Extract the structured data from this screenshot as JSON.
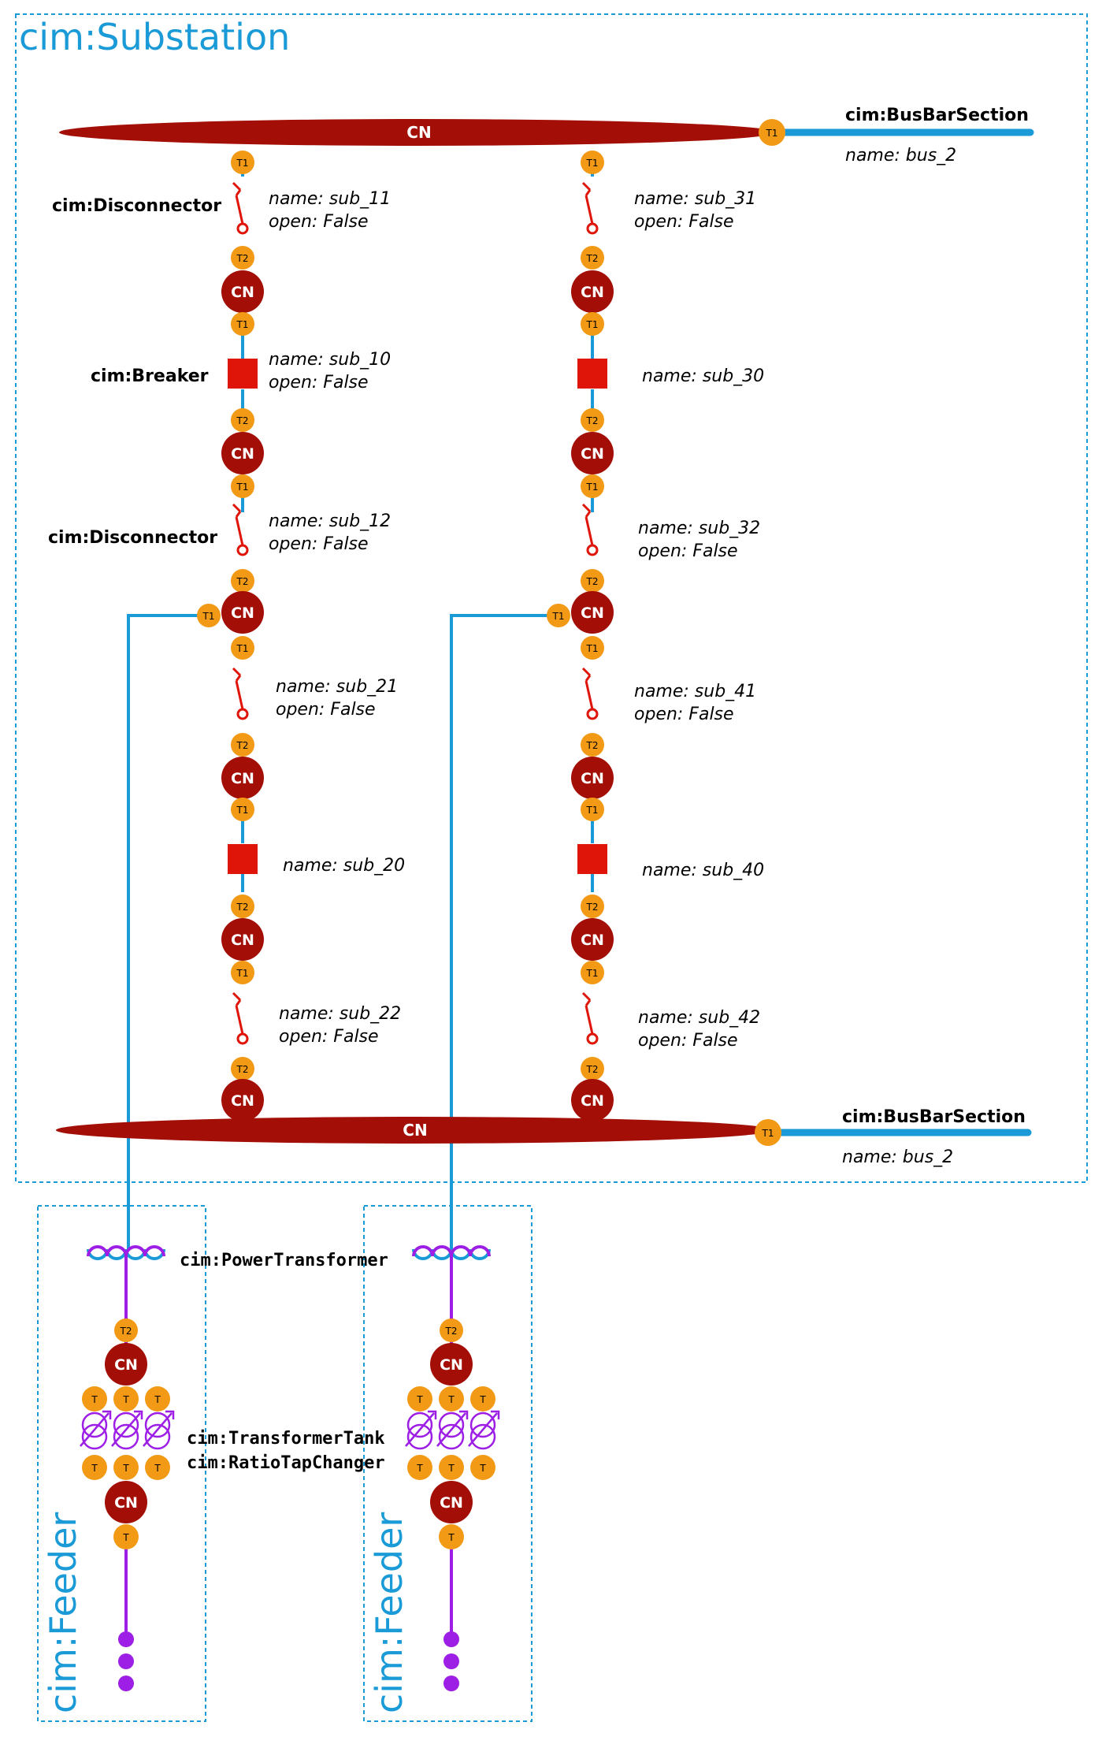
{
  "containers": {
    "substation": "cim:Substation",
    "feeder": "cim:Feeder"
  },
  "node_text": "CN",
  "terminals": {
    "t1": "T1",
    "t2": "T2",
    "t": "T"
  },
  "classes": {
    "busbar": "cim:BusBarSection",
    "disconnector": "cim:Disconnector",
    "breaker": "cim:Breaker",
    "power_transformer": "cim:PowerTransformer",
    "transformer_tank": "cim:TransformerTank",
    "ratio_tap_changer": "cim:RatioTapChanger"
  },
  "busbars": {
    "top": {
      "name": "name: bus_2"
    },
    "bottom": {
      "name": "name: bus_2"
    }
  },
  "switches": {
    "sub_11": {
      "name": "name: sub_11",
      "open": "open: False"
    },
    "sub_10": {
      "name": "name: sub_10",
      "open": "open: False"
    },
    "sub_12": {
      "name": "name: sub_12",
      "open": "open: False"
    },
    "sub_21": {
      "name": "name: sub_21",
      "open": "open: False"
    },
    "sub_20": {
      "name": "name: sub_20"
    },
    "sub_22": {
      "name": "name: sub_22",
      "open": "open: False"
    },
    "sub_31": {
      "name": "name: sub_31",
      "open": "open: False"
    },
    "sub_30": {
      "name": "name: sub_30"
    },
    "sub_32": {
      "name": "name: sub_32",
      "open": "open: False"
    },
    "sub_41": {
      "name": "name: sub_41",
      "open": "open: False"
    },
    "sub_40": {
      "name": "name: sub_40"
    },
    "sub_42": {
      "name": "name: sub_42",
      "open": "open: False"
    }
  },
  "colors": {
    "container_border": "#1a9ad6",
    "node": "#a30f06",
    "terminal": "#f29a15",
    "line": "#1a9ad6",
    "switch": "#e0150a",
    "feeder_line": "#9d1fe6"
  }
}
